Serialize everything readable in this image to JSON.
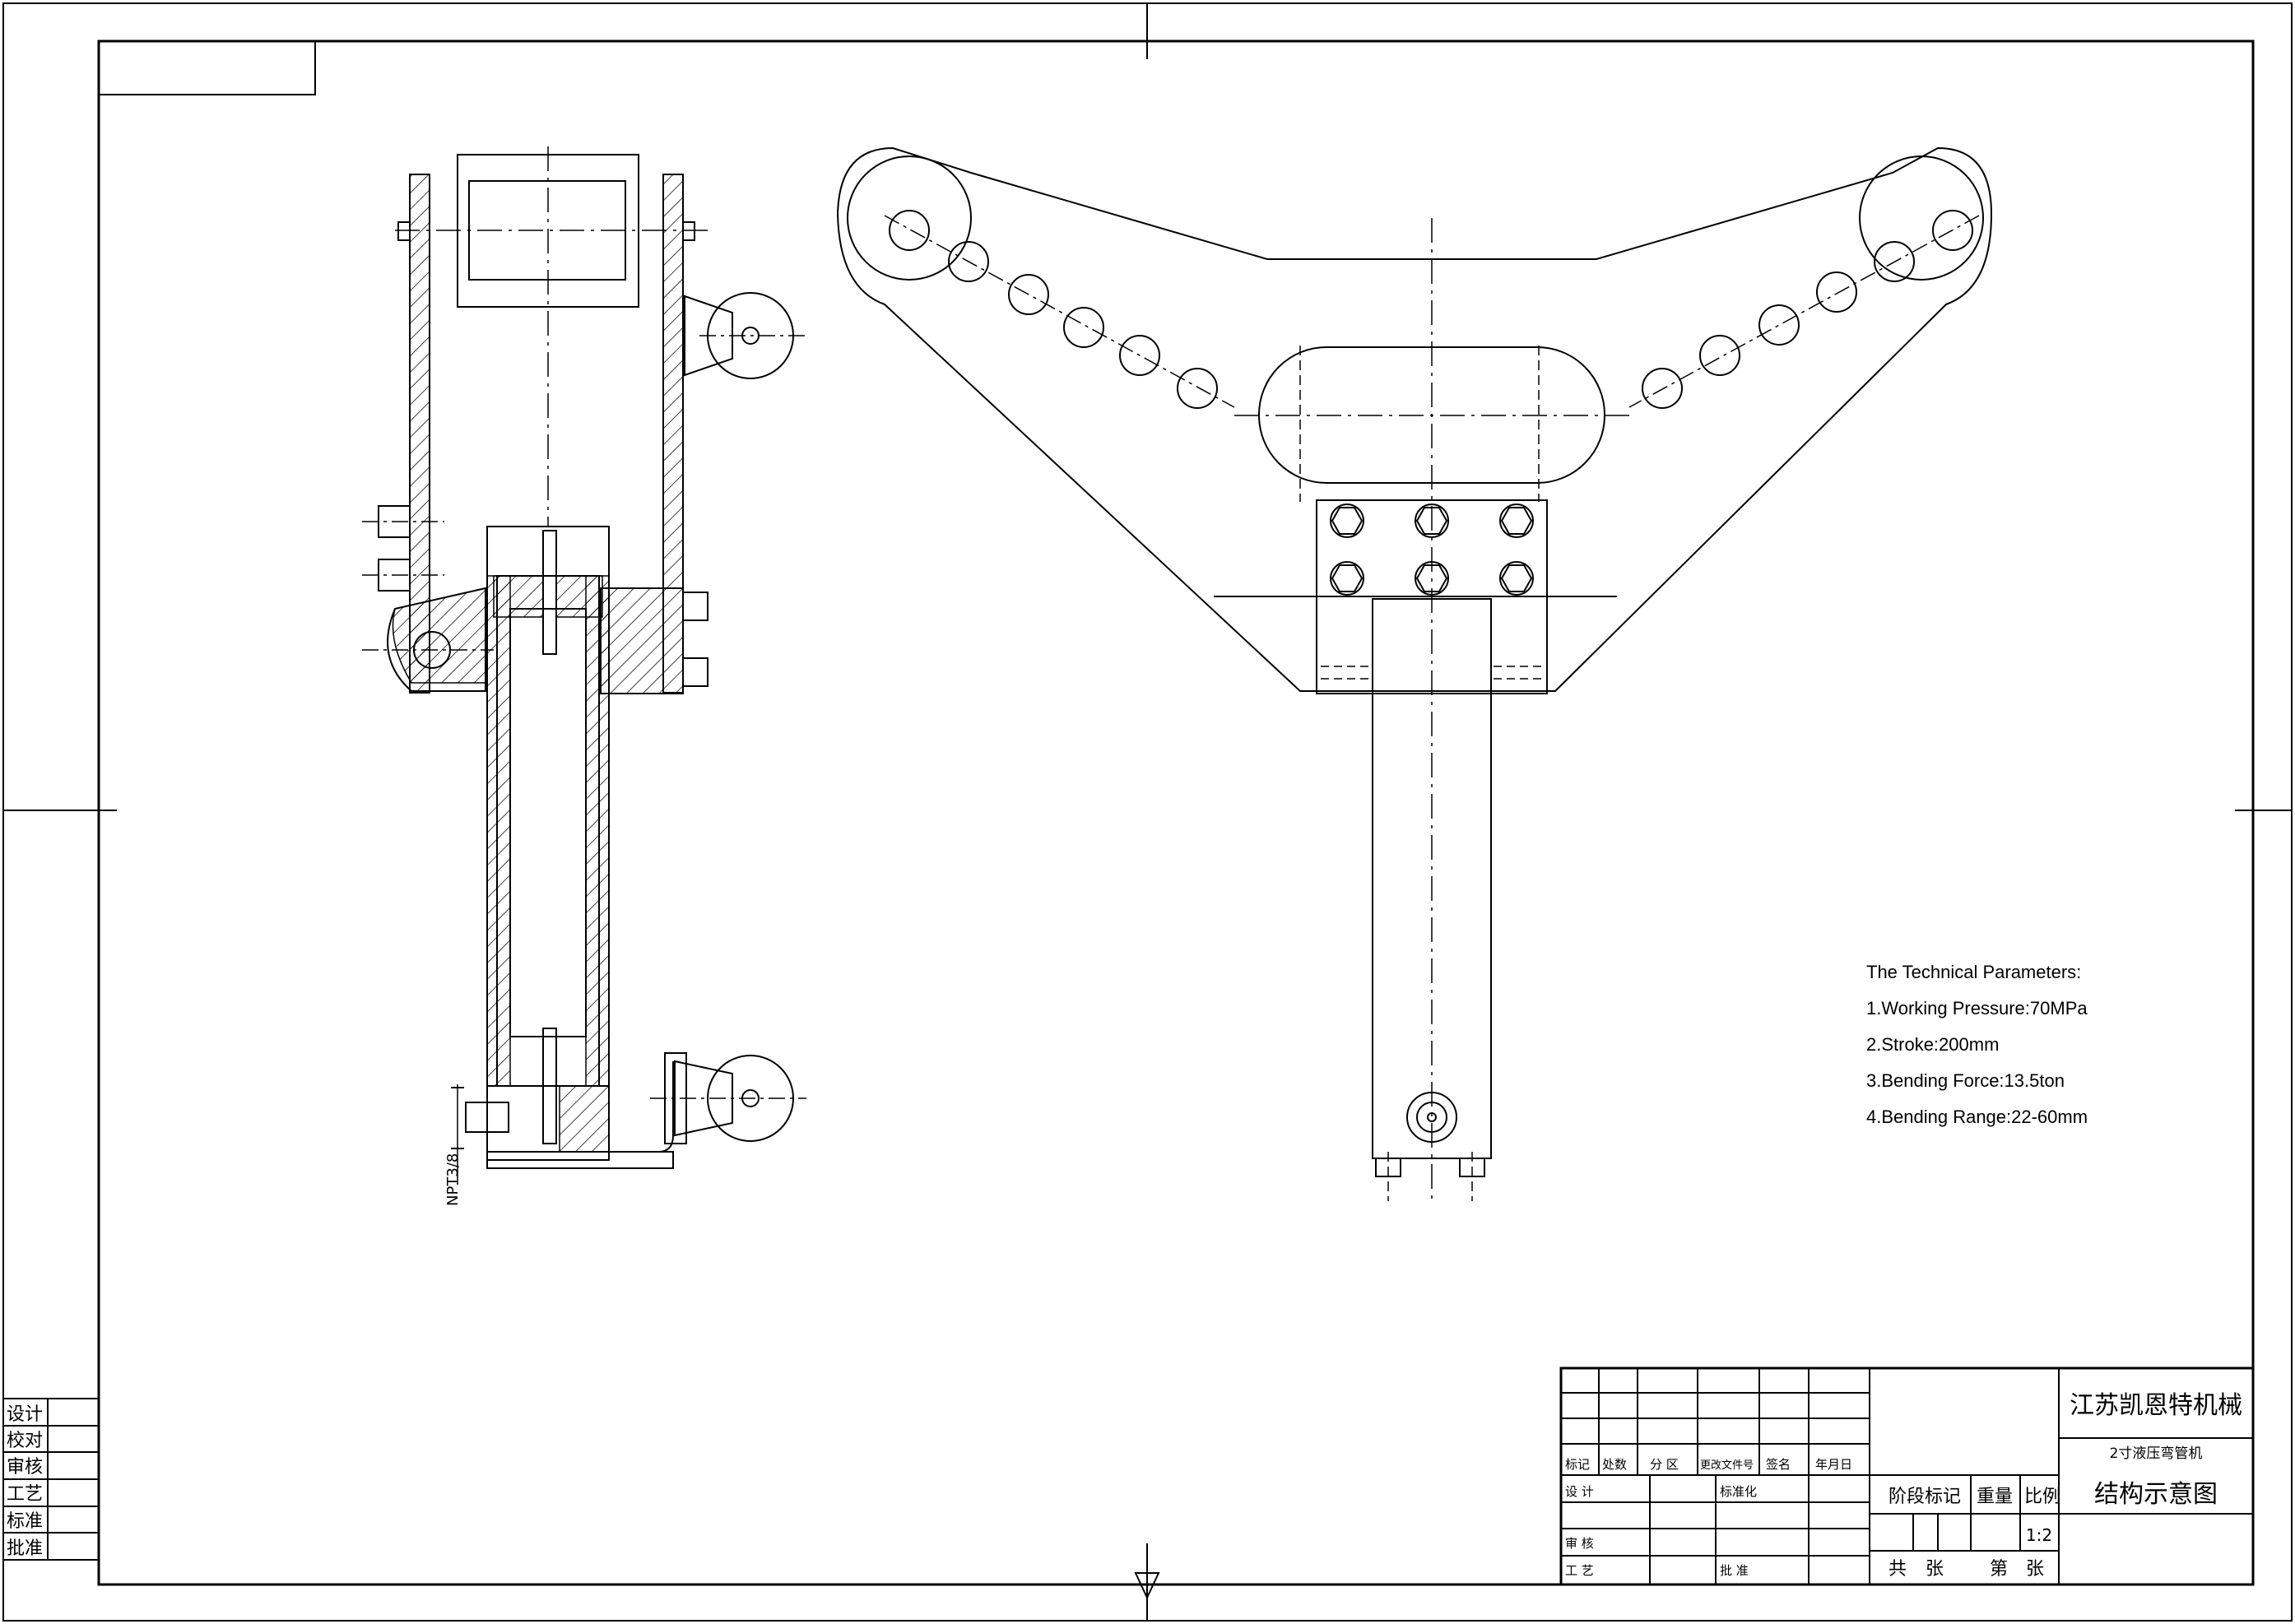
{
  "tech_params": {
    "title": "The Technical Parameters:",
    "items": [
      "1.Working Pressure:70MPa",
      "2.Stroke:200mm",
      "3.Bending Force:13.5ton",
      "4.Bending Range:22-60mm"
    ]
  },
  "port_label": "NPT3/8",
  "left_table": {
    "rows": [
      "设计",
      "校对",
      "审核",
      "工艺",
      "标准",
      "批准"
    ]
  },
  "title_block": {
    "company": "江苏凯恩特机械",
    "product": "2寸液压弯管机",
    "drawing_name": "结构示意图",
    "header": [
      "标记",
      "处数",
      "分 区",
      "更改文件号",
      "签名",
      "年月日"
    ],
    "design": "设 计",
    "standardization": "标准化",
    "review": "审 核",
    "process": "工 艺",
    "approve": "批 准",
    "stage_mark": "阶段标记",
    "weight": "重量",
    "ratio_label": "比例",
    "ratio_value": "1:2",
    "total_sheets": "共",
    "sheet": "张",
    "sheet_no": "第",
    "sheet2": "张"
  }
}
